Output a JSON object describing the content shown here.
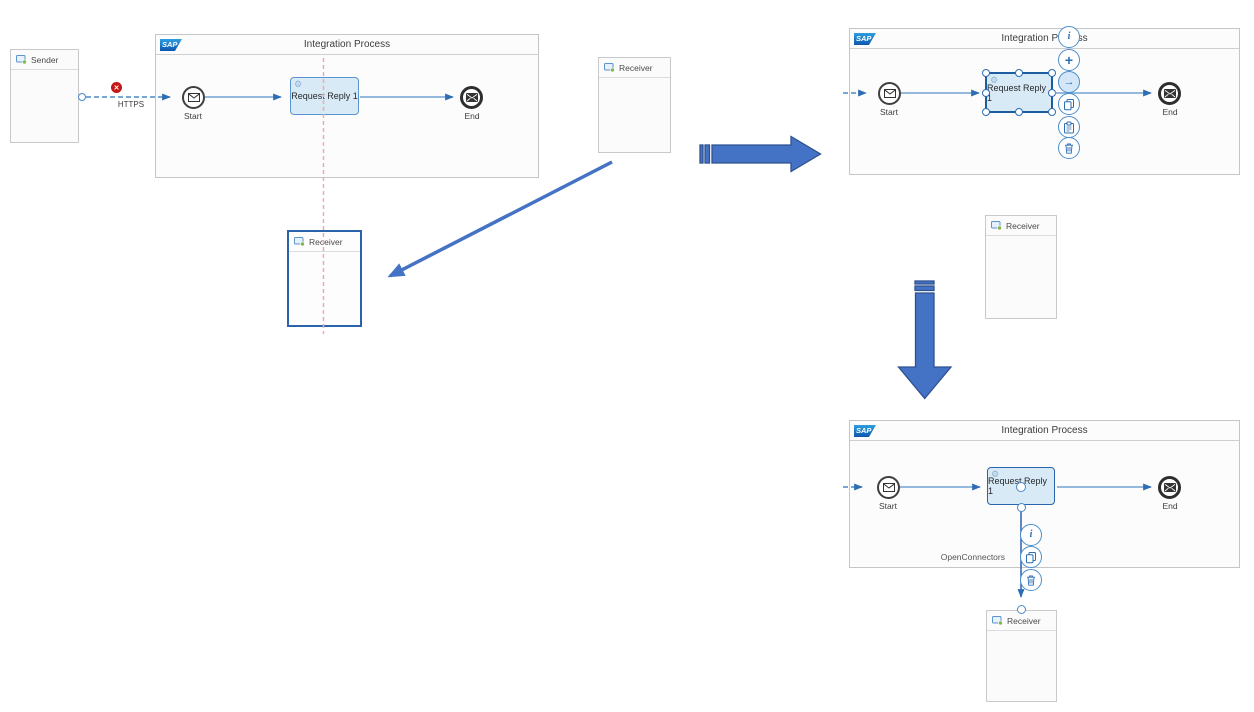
{
  "labels": {
    "sap_logo": "SAP",
    "integration_process": "Integration Process",
    "sender": "Sender",
    "receiver": "Receiver",
    "https": "HTTPS",
    "start": "Start",
    "end": "End",
    "request_reply": "Request Reply 1",
    "open_connectors": "OpenConnectors"
  },
  "icons": {
    "gear_glyph": "⚙",
    "error_glyph": "✕",
    "info_glyph": "i",
    "add_glyph": "+",
    "connect_glyph": "→",
    "context_menu_selected_step": [
      "info",
      "add",
      "connect",
      "copy",
      "paste",
      "delete"
    ],
    "context_menu_connection": [
      "info",
      "copy",
      "delete"
    ]
  },
  "colors": {
    "annotation_arrow_fill": "#4472c4",
    "annotation_arrow_border": "#2f528f",
    "flow_line": "#71a2d3",
    "arrowhead": "#2d6db4",
    "step_fill": "#d9eaf7",
    "step_border": "#5b94cf",
    "selection_border": "#1c5da0",
    "error_red": "#c41616",
    "guide_line_red": "#efaaaa",
    "panel_border": "#c6c6c6",
    "panel_bg": "#fcfcfc"
  }
}
